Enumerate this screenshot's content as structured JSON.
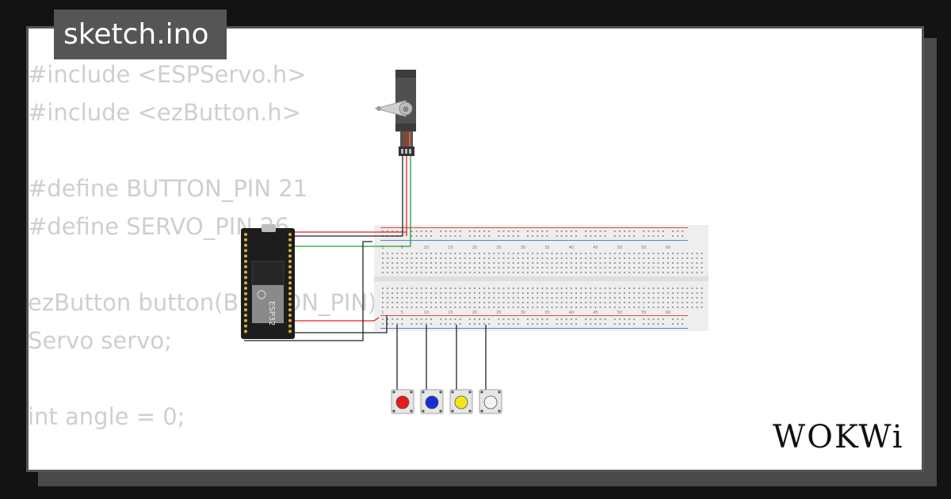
{
  "editor": {
    "filename": "sketch.ino",
    "code_lines": [
      "#include <ESPServo.h>",
      "#include <ezButton.h>",
      "",
      "#define BUTTON_PIN 21",
      "#define SERVO_PIN 26",
      "",
      "ezButton button(BUTTON_PIN);",
      "Servo servo;",
      "",
      "int angle = 0;"
    ]
  },
  "board": {
    "label": "ESP32"
  },
  "breadboard": {
    "column_labels": [
      "1",
      "5",
      "10",
      "15",
      "20",
      "25",
      "30",
      "35",
      "40",
      "45",
      "50",
      "55",
      "60"
    ]
  },
  "buttons": [
    {
      "name": "red-button",
      "color": "#e8191b"
    },
    {
      "name": "blue-button",
      "color": "#1b2cd6"
    },
    {
      "name": "yellow-button",
      "color": "#f2e51a"
    },
    {
      "name": "white-button",
      "color": "#f4f4f4"
    }
  ],
  "wires": {
    "red": "#e61e1e",
    "green": "#1e9e3a",
    "black": "#222222",
    "orange": "#f07a1a"
  },
  "brand": {
    "logo_text": "WOKWi"
  }
}
